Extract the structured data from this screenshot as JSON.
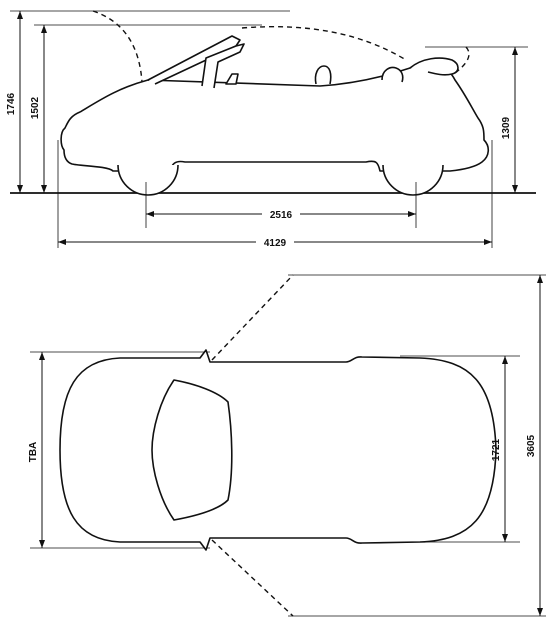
{
  "side_view": {
    "dimensions": {
      "overall_height": "1746",
      "roof_height": "1502",
      "rear_height": "1309",
      "wheelbase": "2516",
      "length": "4129"
    }
  },
  "top_view": {
    "dimensions": {
      "width_mirrors": "TBA",
      "width": "1721",
      "doors_open_depth": "3605"
    }
  },
  "colors": {
    "line": "#111111",
    "background": "#ffffff"
  }
}
